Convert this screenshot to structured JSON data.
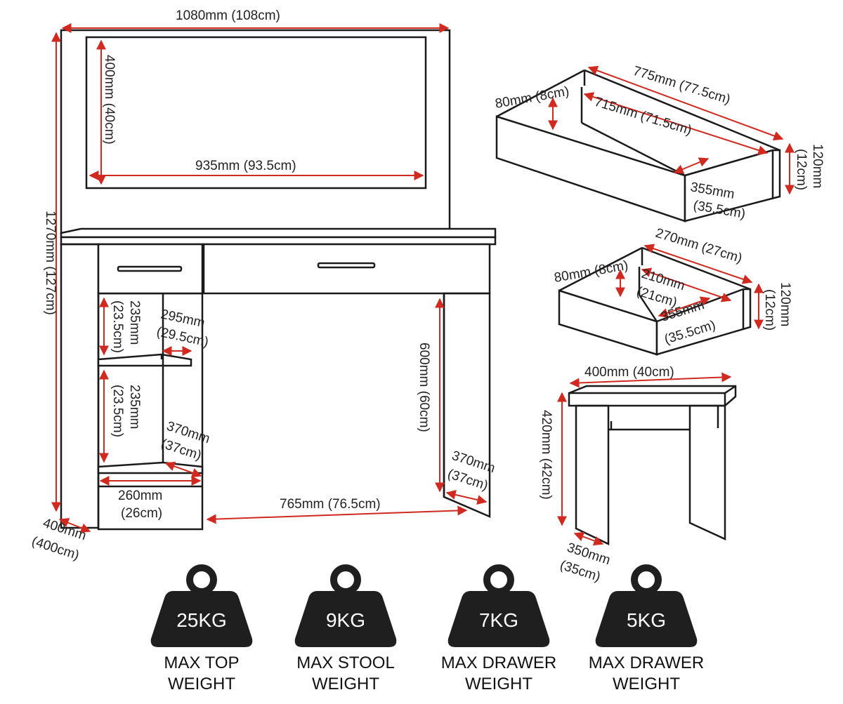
{
  "colors": {
    "outline": "#1a1a1a",
    "dimension": "#d02a20",
    "weight_fill": "#1f1f1f"
  },
  "dressing_table": {
    "overall_width": "1080mm (108cm)",
    "overall_height": "1270mm (127cm)",
    "mirror_height": "400mm (40cm)",
    "mirror_width": "935mm (93.5cm)",
    "shelf_gap_1_mm": "235mm",
    "shelf_gap_1_cm": "(23.5cm)",
    "shelf_depth_mm": "295mm",
    "shelf_depth_cm": "(29.5cm)",
    "shelf_gap_2_mm": "235mm",
    "shelf_gap_2_cm": "(23.5cm)",
    "inner_depth_mm": "370mm",
    "inner_depth_cm": "(37cm)",
    "compartment_width_mm": "260mm",
    "compartment_width_cm": "(26cm)",
    "depth_mm": "400mm",
    "depth_cm": "(400cm)",
    "knee_width": "765mm (76.5cm)",
    "leg_height": "600mm (60cm)",
    "leg_depth_mm": "370mm",
    "leg_depth_cm": "(37cm)"
  },
  "large_drawer": {
    "outer_width": "775mm (77.5cm)",
    "inner_height": "80mm (8cm)",
    "inner_width": "715mm (71.5cm)",
    "depth_mm": "355mm",
    "depth_cm": "(35.5cm)",
    "front_height_mm": "120mm",
    "front_height_cm": "(12cm)"
  },
  "small_drawer": {
    "outer_width": "270mm (27cm)",
    "inner_height": "80mm (8cm)",
    "inner_width_mm": "210mm",
    "inner_width_cm": "(21cm)",
    "depth_mm": "355mm",
    "depth_cm": "(35.5cm)",
    "front_height_mm": "120mm",
    "front_height_cm": "(12cm)"
  },
  "stool": {
    "width": "400mm (40cm)",
    "height": "420mm (42cm)",
    "depth_mm": "350mm",
    "depth_cm": "(35cm)"
  },
  "weights": [
    {
      "value": "25KG",
      "line1": "MAX TOP",
      "line2": "WEIGHT"
    },
    {
      "value": "9KG",
      "line1": "MAX STOOL",
      "line2": "WEIGHT"
    },
    {
      "value": "7KG",
      "line1": "MAX DRAWER",
      "line2": "WEIGHT"
    },
    {
      "value": "5KG",
      "line1": "MAX DRAWER",
      "line2": "WEIGHT"
    }
  ]
}
